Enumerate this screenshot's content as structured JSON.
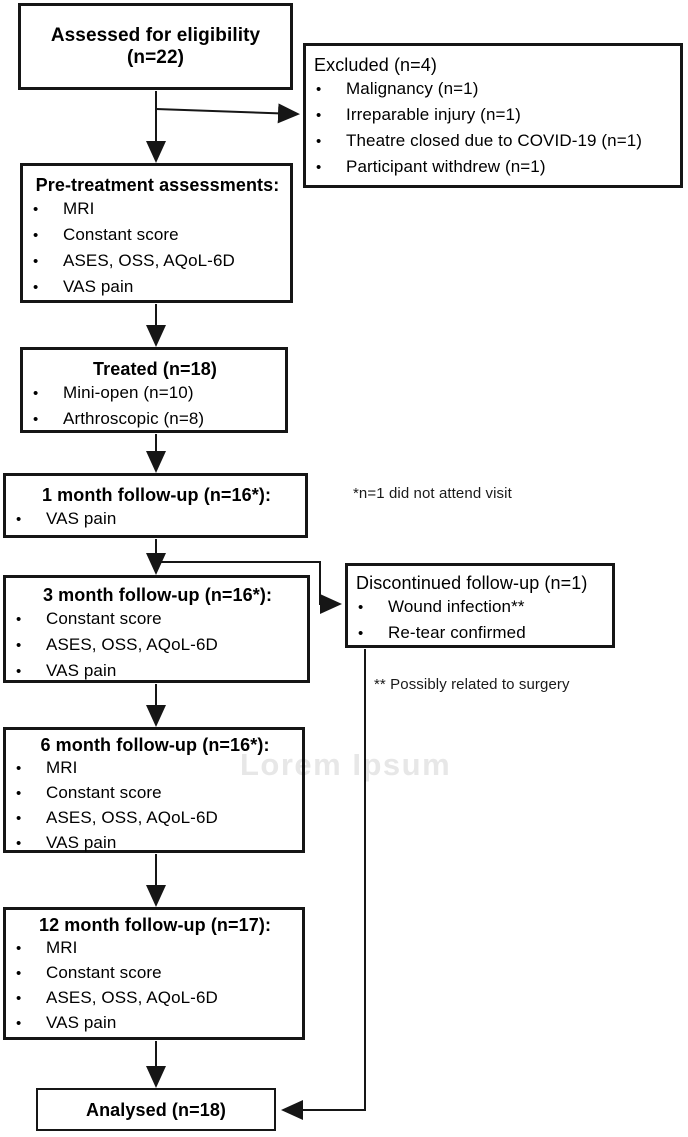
{
  "bullet": "•",
  "watermark": "Lorem Ipsum",
  "colors": {
    "line": "#161616",
    "text": "#000000",
    "watermark": "#e7e7e7",
    "background": "#ffffff"
  },
  "boxes": {
    "assessed": {
      "title": "Assessed for eligibility (n=22)",
      "items": []
    },
    "excluded": {
      "title": "Excluded (n=4)",
      "items": [
        "Malignancy (n=1)",
        "Irreparable injury (n=1)",
        "Theatre closed due to COVID-19 (n=1)",
        "Participant withdrew (n=1)"
      ]
    },
    "pretreatment": {
      "title": "Pre-treatment assessments:",
      "items": [
        "MRI",
        "Constant score",
        "ASES, OSS, AQoL-6D",
        "VAS pain"
      ]
    },
    "treated": {
      "title": "Treated (n=18)",
      "items": [
        "Mini-open (n=10)",
        "Arthroscopic (n=8)"
      ]
    },
    "month1": {
      "title": "1 month follow-up (n=16*):",
      "items": [
        "VAS pain"
      ]
    },
    "month3": {
      "title": "3 month follow-up (n=16*):",
      "items": [
        "Constant score",
        "ASES, OSS, AQoL-6D",
        "VAS pain"
      ]
    },
    "discontinued": {
      "title": "Discontinued follow-up (n=1)",
      "items": [
        "Wound infection**",
        "Re-tear confirmed"
      ]
    },
    "month6": {
      "title": "6 month follow-up (n=16*):",
      "items": [
        "MRI",
        "Constant score",
        "ASES, OSS, AQoL-6D",
        "VAS pain"
      ]
    },
    "month12": {
      "title": "12 month follow-up (n=17):",
      "items": [
        "MRI",
        "Constant score",
        "ASES, OSS, AQoL-6D",
        "VAS pain"
      ]
    },
    "analysed": {
      "title": "Analysed (n=18)",
      "items": []
    }
  },
  "annotations": {
    "attendance": "*n=1 did not attend visit",
    "surgery": "** Possibly related to surgery"
  }
}
